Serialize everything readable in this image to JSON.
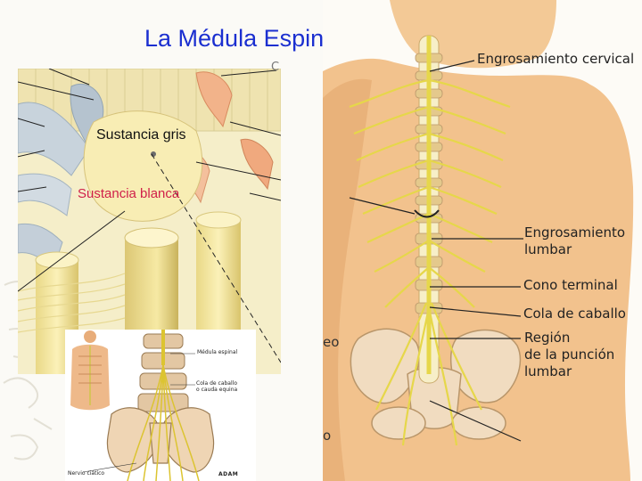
{
  "slide": {
    "title": "La Médula Espinal"
  },
  "cross_section": {
    "labels": {
      "gray_matter": "Sustancia gris",
      "white_matter": "Sustancia blanca"
    },
    "edge_fragment": "C"
  },
  "back_anatomy": {
    "labels": {
      "cervical": "Engrosamiento cervical",
      "lumbar_line1": "Engrosamiento",
      "lumbar_line2": "lumbar",
      "conus": "Cono terminal",
      "cauda": "Cola de caballo",
      "puncture_line1": "Región",
      "puncture_line2": "de la punción",
      "puncture_line3": "lumbar"
    },
    "edge_fragments": [
      "eo",
      "o"
    ]
  },
  "inset": {
    "labels": {
      "spinal_cord": "Médula espinal",
      "cauda_line1": "Cola de caballo",
      "cauda_line2": "o cauda equina",
      "sciatic": "Nervio ciático",
      "brand": "ADAM"
    }
  },
  "colors": {
    "title": "#1b2fd0",
    "white_matter_label": "#d0204a",
    "skin": "#f3c996",
    "nerve": "#e6d74a",
    "bone": "#f1dcc0"
  }
}
